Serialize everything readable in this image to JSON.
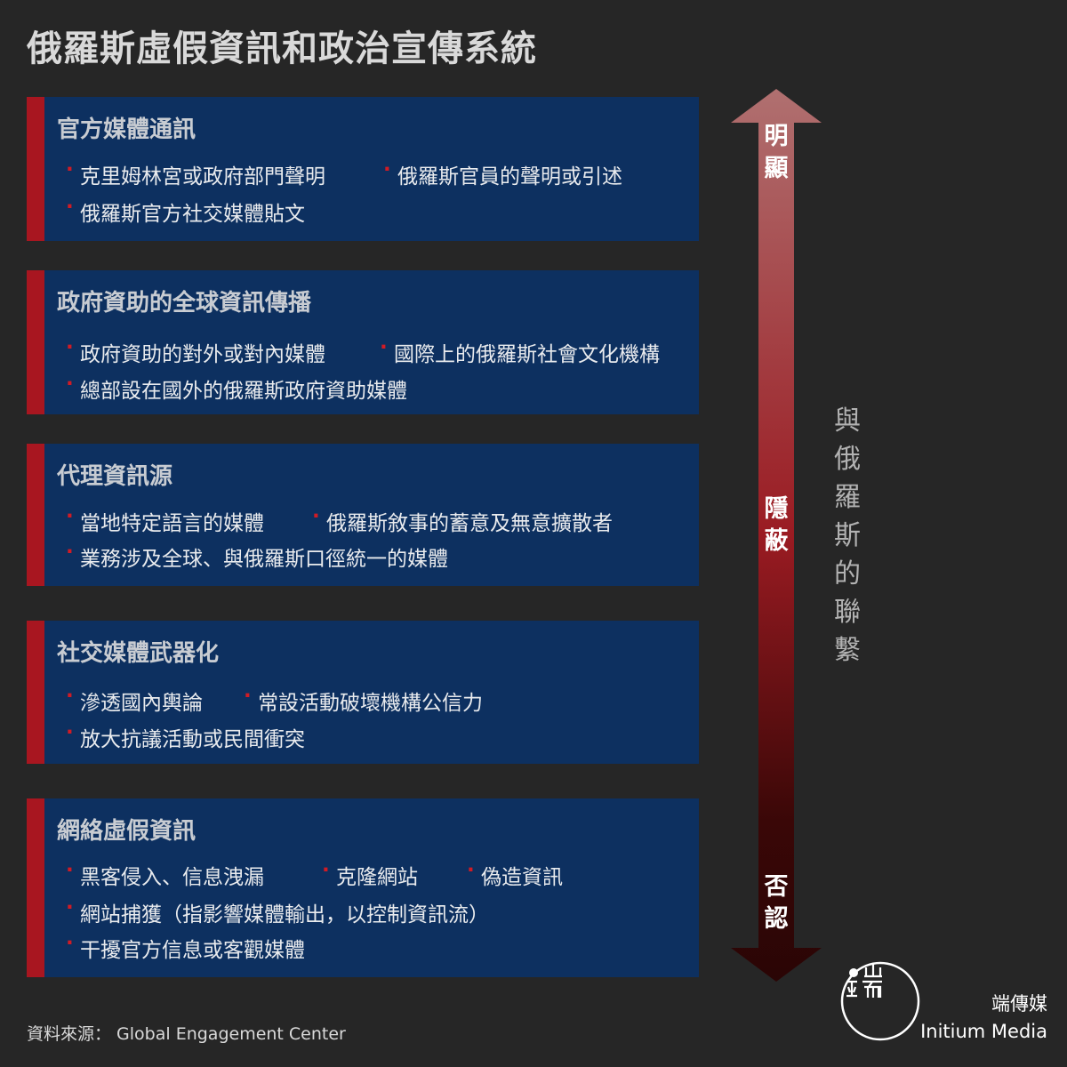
{
  "title": "俄羅斯虛假資訊和政治宣傳系統",
  "categories": [
    {
      "title": "官方媒體通訊",
      "items": [
        "克里姆林宮或政府部門聲明",
        "俄羅斯官員的聲明或引述",
        "俄羅斯官方社交媒體貼文"
      ]
    },
    {
      "title": "政府資助的全球資訊傳播",
      "items": [
        "政府資助的對外或對內媒體",
        "國際上的俄羅斯社會文化機構",
        "總部設在國外的俄羅斯政府資助媒體"
      ]
    },
    {
      "title": "代理資訊源",
      "items": [
        "當地特定語言的媒體",
        "俄羅斯敘事的蓄意及無意擴散者",
        "業務涉及全球、與俄羅斯口徑統一的媒體"
      ]
    },
    {
      "title": "社交媒體武器化",
      "items": [
        "滲透國內輿論",
        "常設活動破壞機構公信力",
        "放大抗議活動或民間衝突"
      ]
    },
    {
      "title": "網絡虛假資訊",
      "items": [
        "黑客侵入、信息洩漏",
        "克隆網站",
        "偽造資訊",
        "網站捕獲（指影響媒體輸出，以控制資訊流）",
        "干擾官方信息或客觀媒體"
      ]
    }
  ],
  "scale": {
    "top": "明\n顯",
    "middle": "隱\n蔽",
    "bottom": "否\n認",
    "side_label": "與\n俄\n羅\n斯\n的\n聯\n繫"
  },
  "source": "資料來源： Global Engagement Center",
  "brand": {
    "zh": "端傳媒",
    "en": "Initium Media"
  },
  "colors": {
    "background": "#262626",
    "card": "#0d3060",
    "accent_red": "#a81620",
    "arrow_top": "#b07070",
    "arrow_mid": "#9a1b22",
    "arrow_bottom": "#2a0505"
  }
}
